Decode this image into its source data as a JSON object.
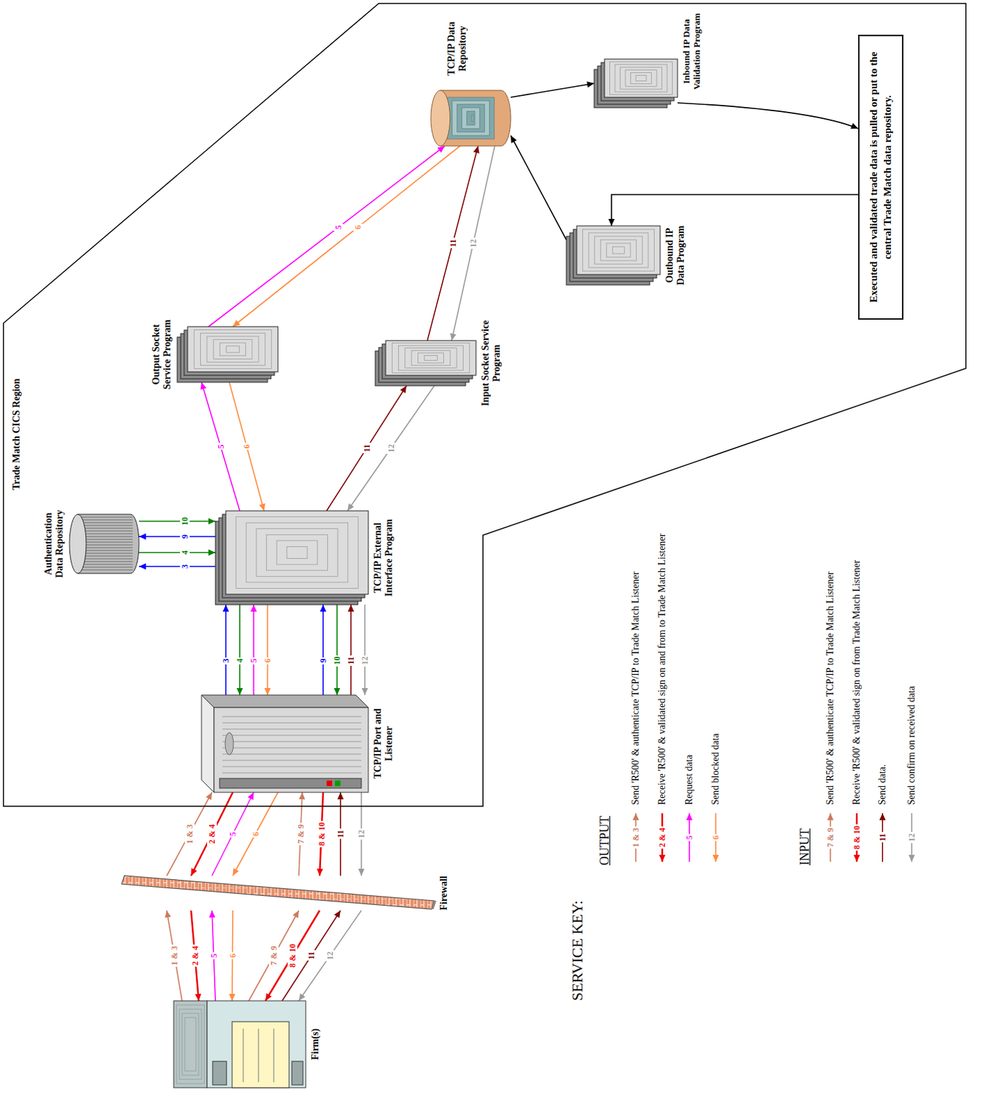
{
  "diagram": {
    "nodes": [
      {
        "text": [
          "Trade Match CICS Region"
        ]
      },
      {
        "text": [
          "Authentication Data Repository"
        ],
        "in": 0
      },
      {
        "text": [
          "TCP/IP External Interface Program"
        ],
        "in": 0
      },
      {
        "text": [
          "TCP/IP Port and Listener"
        ],
        "in": 0
      },
      {
        "text": [
          "Output Socket Service Program"
        ],
        "in": 0
      },
      {
        "text": [
          "Input Socket Service Program"
        ],
        "in": 0
      },
      {
        "text": [
          "TCP/IP Data Repository"
        ],
        "in": 0
      },
      {
        "text": [
          "Inbound IP Data Validation Program"
        ],
        "in": 0
      },
      {
        "text": [
          "Outbound IP Data Program"
        ],
        "in": 0
      },
      {
        "text": [
          "Executed and validated trade data is pulled or put to the central Trade Match data repository."
        ],
        "in": 0
      },
      {
        "text": [
          "Firm(s)"
        ]
      },
      {
        "text": [
          "Firewall"
        ]
      }
    ],
    "edges": [
      {
        "from": 10,
        "to": 11,
        "label": "1 & 3",
        "arrow": "to"
      },
      {
        "from": 11,
        "to": 10,
        "label": "2 & 4",
        "arrow": "to"
      },
      {
        "from": 10,
        "to": 11,
        "label": "5",
        "arrow": "to"
      },
      {
        "from": 11,
        "to": 10,
        "label": "6",
        "arrow": "to"
      },
      {
        "from": 10,
        "to": 11,
        "label": "7 & 9",
        "arrow": "to"
      },
      {
        "from": 11,
        "to": 10,
        "label": "8 & 10",
        "arrow": "to"
      },
      {
        "from": 10,
        "to": 11,
        "label": "11",
        "arrow": "to"
      },
      {
        "from": 11,
        "to": 10,
        "label": "12",
        "arrow": "to"
      },
      {
        "from": 11,
        "to": 3,
        "label": "1 & 3",
        "arrow": "to"
      },
      {
        "from": 3,
        "to": 11,
        "label": "2 & 4",
        "arrow": "to"
      },
      {
        "from": 11,
        "to": 3,
        "label": "5",
        "arrow": "to"
      },
      {
        "from": 3,
        "to": 11,
        "label": "6",
        "arrow": "to"
      },
      {
        "from": 11,
        "to": 3,
        "label": "7 & 9",
        "arrow": "to"
      },
      {
        "from": 3,
        "to": 11,
        "label": "8 & 10",
        "arrow": "to"
      },
      {
        "from": 11,
        "to": 3,
        "label": "11",
        "arrow": "to"
      },
      {
        "from": 3,
        "to": 11,
        "label": "12",
        "arrow": "to"
      },
      {
        "from": 3,
        "to": 2,
        "label": "3",
        "arrow": "to"
      },
      {
        "from": 2,
        "to": 3,
        "label": "4",
        "arrow": "to"
      },
      {
        "from": 3,
        "to": 2,
        "label": "5",
        "arrow": "to"
      },
      {
        "from": 2,
        "to": 3,
        "label": "6",
        "arrow": "to"
      },
      {
        "from": 3,
        "to": 2,
        "label": "9",
        "arrow": "to"
      },
      {
        "from": 2,
        "to": 3,
        "label": "10",
        "arrow": "to"
      },
      {
        "from": 3,
        "to": 2,
        "label": "11",
        "arrow": "to"
      },
      {
        "from": 2,
        "to": 3,
        "label": "12",
        "arrow": "to"
      },
      {
        "from": 2,
        "to": 1,
        "label": "3",
        "arrow": "to"
      },
      {
        "from": 1,
        "to": 2,
        "label": "4",
        "arrow": "to"
      },
      {
        "from": 2,
        "to": 1,
        "label": "9",
        "arrow": "to"
      },
      {
        "from": 1,
        "to": 2,
        "label": "10",
        "arrow": "to"
      },
      {
        "from": 2,
        "to": 4,
        "label": "5",
        "arrow": "to"
      },
      {
        "from": 4,
        "to": 2,
        "label": "6",
        "arrow": "to"
      },
      {
        "from": 2,
        "to": 5,
        "label": "11",
        "arrow": "to"
      },
      {
        "from": 5,
        "to": 2,
        "label": "12",
        "arrow": "to"
      },
      {
        "from": 4,
        "to": 6,
        "label": "5",
        "arrow": "to"
      },
      {
        "from": 6,
        "to": 4,
        "label": "6",
        "arrow": "to"
      },
      {
        "from": 5,
        "to": 6,
        "label": "11",
        "arrow": "to"
      },
      {
        "from": 6,
        "to": 5,
        "label": "12",
        "arrow": "to"
      },
      {
        "from": 6,
        "to": 7,
        "arrow": "to"
      },
      {
        "from": 7,
        "to": 9,
        "arrow": "to"
      },
      {
        "from": 9,
        "to": 8,
        "arrow": "to"
      },
      {
        "from": 8,
        "to": 6,
        "arrow": "to"
      }
    ],
    "labels": [
      "SERVICE KEY:",
      "OUTPUT",
      "1 & 3",
      "2 & 4",
      "5",
      "6",
      "INPUT",
      "7 & 9",
      "8 & 10",
      "11",
      "12"
    ],
    "legend": [
      {
        "text": "Send 'R500' & authenticate TCP/IP to Trade Match Listener"
      },
      {
        "text": "Receive 'R500' & validated sign on and from to Trade Match Listener"
      },
      {
        "text": "Request data"
      },
      {
        "text": "Send blocked data"
      },
      {
        "text": "Send 'R500' & authenticate TCP/IP to Trade Match Listener"
      },
      {
        "text": "Receive 'R500' & validated sign on from Trade Match Listener"
      },
      {
        "text": "Send data."
      },
      {
        "text": "Send confirm on received data"
      }
    ]
  }
}
